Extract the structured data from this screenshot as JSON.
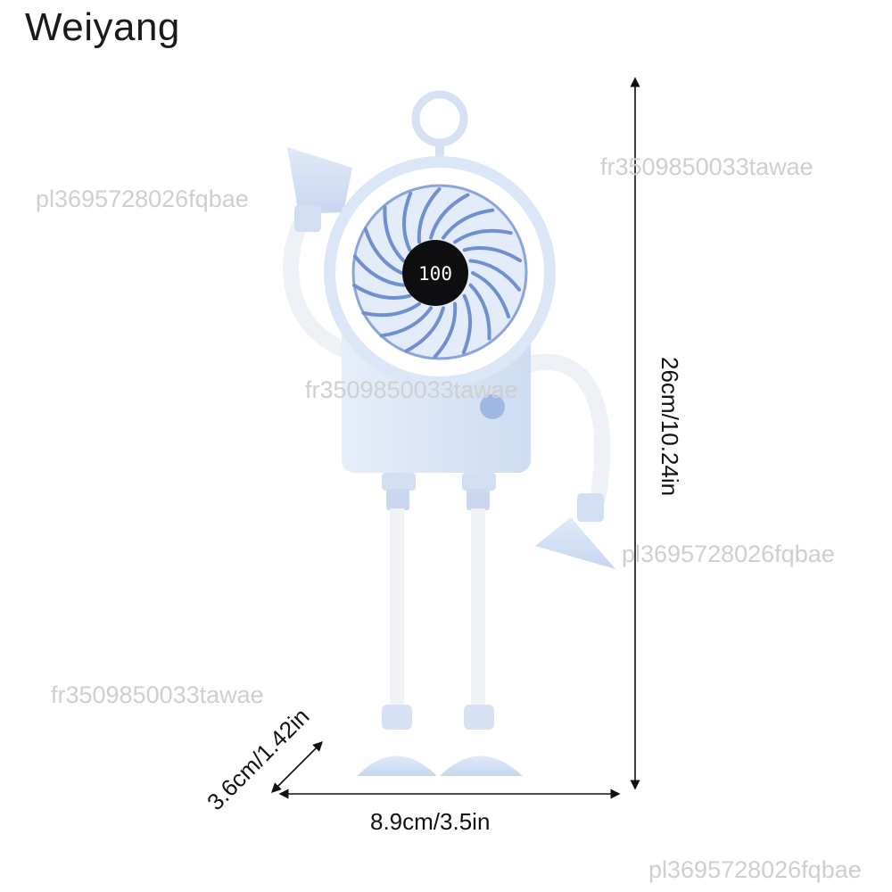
{
  "brand": "Weiyang",
  "display_reading": "100",
  "watermarks": [
    "pl3695728026fqbae",
    "fr3509850033tawae",
    "fr3509850033tawae",
    "pl3695728026fqbae",
    "fr3509850033tawae",
    "pl3695728026fqbae"
  ],
  "dimensions": {
    "height": "26cm/10.24in",
    "width": "8.9cm/3.5in",
    "depth": "3.6cm/1.42in"
  },
  "colors": {
    "body": "#dbe7f7",
    "body_shadow": "#c3d4ee",
    "blade": "#6f8fd0",
    "ring": "#ffffff",
    "limb": "#f4f6fa",
    "display": "#0e0e10",
    "display_text": "#ffffff"
  }
}
